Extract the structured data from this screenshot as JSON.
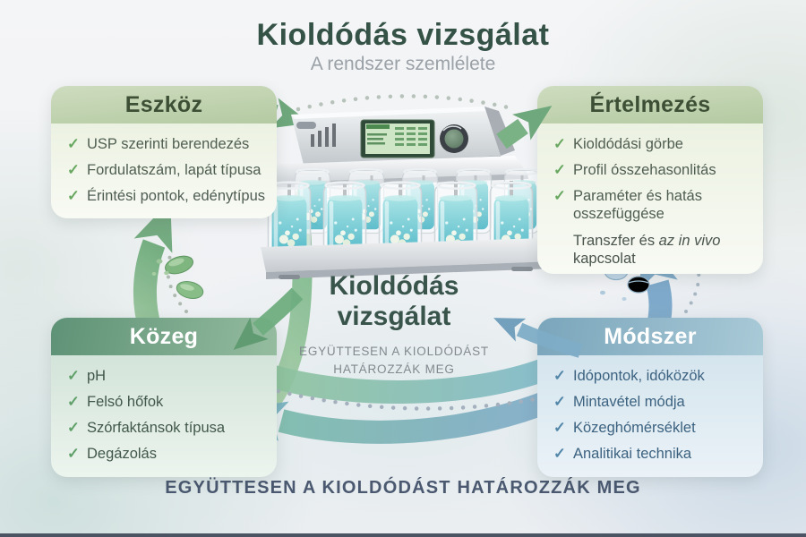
{
  "title": {
    "main": "Kioldódás vizsgálat",
    "subtitle": "A rendszer szemlélete"
  },
  "glyphs": {
    "check": "✓"
  },
  "boxes": {
    "eszkoz": {
      "title": "Eszköz",
      "items": [
        "USP szerinti berendezés",
        "Fordulatszám, lapát típusa",
        "Érintési pontok, edénytípus"
      ]
    },
    "ertelmezes": {
      "title": "Értelmezés",
      "items": [
        "Kioldódási görbe",
        "Profil ósszehasonlitás",
        "Paraméter és hatás osszefüggése"
      ],
      "note": {
        "prefix": "Transzfer és ",
        "italic": "az in vivo",
        "suffix": " kapcsolat"
      }
    },
    "kozeg": {
      "title": "Közeg",
      "items": [
        "pH",
        "Felsó hőfok",
        "Szórfaktánsok típusa",
        "Degázolás"
      ]
    },
    "modszer": {
      "title": "Módszer",
      "items": [
        "Idópontok, idóközök",
        "Mintavétel módja",
        "Közeghómérséklet",
        "Analitikai technika"
      ]
    }
  },
  "center": {
    "heading1": "Kioldódás",
    "heading2": "vizsgálat",
    "caption1": "EGYÜTTESEN A KIOLDÓDÁST",
    "caption2": "HATÁROZZÁK MEG"
  },
  "footer": {
    "text": "EGYÜTTESEN A KIOLDÓDÁST HATÁROZZÁK MEG"
  },
  "colors": {
    "title": "#355247",
    "green_accent": "#6fa87c",
    "teal_accent": "#79b2c0",
    "blue_accent": "#7ba7c6",
    "liquid": "#53b9c8"
  }
}
